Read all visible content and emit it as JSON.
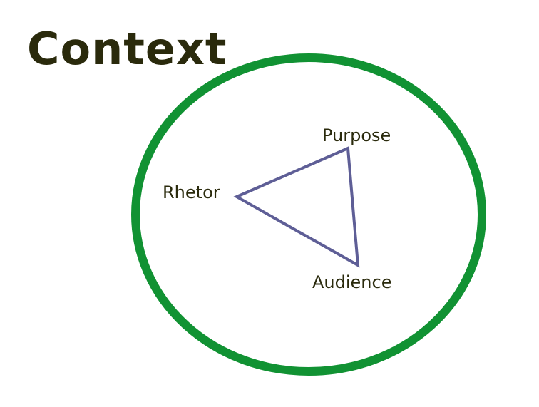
{
  "diagram": {
    "title": "Context",
    "nodes": [
      {
        "id": "purpose",
        "label": "Purpose"
      },
      {
        "id": "rhetor",
        "label": "Rhetor"
      },
      {
        "id": "audience",
        "label": "Audience"
      }
    ],
    "edges": [
      {
        "from": "rhetor",
        "to": "purpose"
      },
      {
        "from": "purpose",
        "to": "audience"
      },
      {
        "from": "audience",
        "to": "rhetor"
      }
    ],
    "colors": {
      "circle": "#119233",
      "triangle": "#5e5e96",
      "text": "#2a2a0c",
      "background": "#ffffff"
    }
  }
}
